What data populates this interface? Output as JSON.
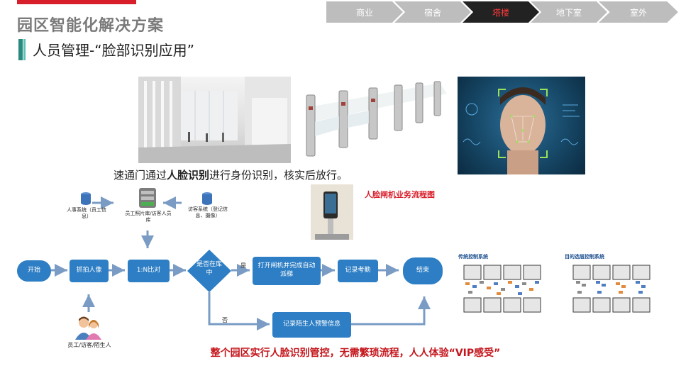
{
  "header": {
    "title": "园区智能化解决方案",
    "subtitle": "人员管理-“脸部识别应用”"
  },
  "nav": {
    "items": [
      {
        "label": "商业",
        "active": false
      },
      {
        "label": "宿舍",
        "active": false
      },
      {
        "label": "塔楼",
        "active": true
      },
      {
        "label": "地下室",
        "active": false
      },
      {
        "label": "室外",
        "active": false
      }
    ]
  },
  "caption": {
    "prefix": "速通门通过",
    "bold": "人脸识别",
    "suffix": "进行身份识别，核实后放行。"
  },
  "device_label": "人脸闸机业务流程图",
  "flow": {
    "hr_system": "人事系统（员工信息）",
    "photo_db": "员工照片库/访客人员库",
    "visitor_system": "访客系统（登记信息、摄像）",
    "people": "员工/访客/陌生人",
    "start": "开始",
    "capture": "抓拍人像",
    "match": "1:N比对",
    "decision": "是否在库中",
    "yes": "是",
    "no": "否",
    "open_gate": "打开闸机并完成自动派梯",
    "attendance": "记录考勤",
    "end": "结束",
    "stranger": "记录陌生人预警信息"
  },
  "systems": {
    "traditional": "传统控制系统",
    "destination": "目的选层控制系统"
  },
  "bottom_text": "整个园区实行人脸识别管控，无需繁琐流程，人人体验“VIP感受”",
  "colors": {
    "accent_red": "#d81e2a",
    "flow_blue": "#2d7ec4",
    "nav_gray": "#bdbdbd",
    "nav_active_bg": "#222222"
  }
}
